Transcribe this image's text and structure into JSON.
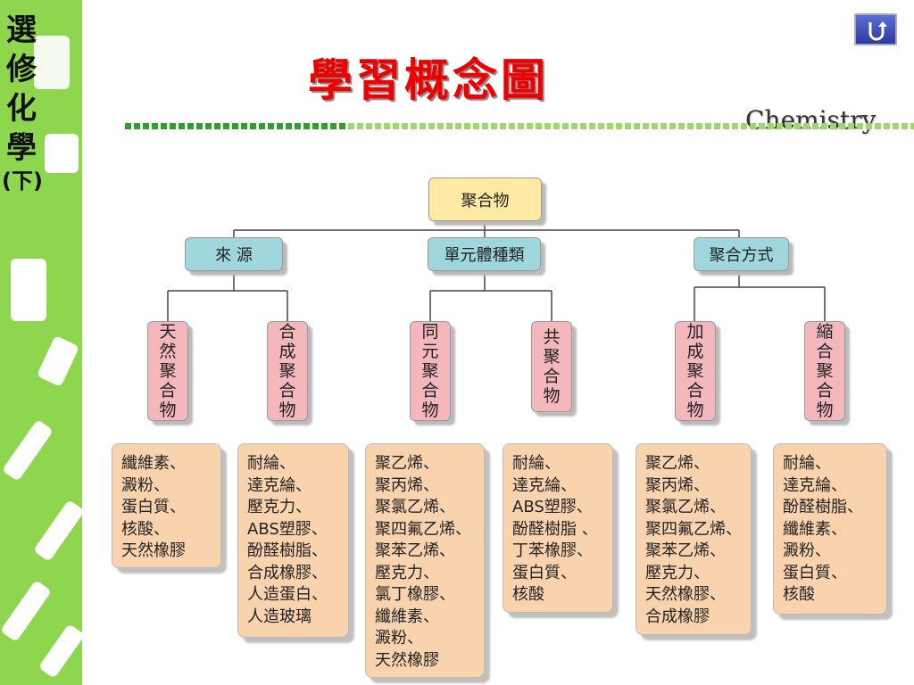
{
  "sidebar": {
    "title": "選修化學(下)",
    "accent_color": "#8fd64f"
  },
  "header": {
    "title": "學習概念圖",
    "subject": "Chemistry",
    "title_color": "#ee0000",
    "back_icon": "u-turn-arrow-icon"
  },
  "diagram": {
    "root": "聚合物",
    "categories": [
      "來 源",
      "單元體種類",
      "聚合方式"
    ],
    "subcategories": [
      "天然聚合物",
      "合成聚合物",
      "同元聚合物",
      "共聚合物",
      "加成聚合物",
      "縮合聚合物"
    ],
    "examples": [
      [
        "纖維素、",
        "澱粉、",
        "蛋白質、",
        "核酸、",
        "天然橡膠"
      ],
      [
        "耐綸、",
        "達克綸、",
        "壓克力、",
        "ABS塑膠、",
        "酚醛樹脂、",
        "合成橡膠、",
        "人造蛋白、",
        "人造玻璃"
      ],
      [
        "聚乙烯、",
        "聚丙烯、",
        "聚氯乙烯、",
        "聚四氟乙烯、",
        "聚苯乙烯、",
        "壓克力、",
        "氯丁橡膠、",
        "纖維素、",
        "澱粉、",
        "天然橡膠"
      ],
      [
        "耐綸、",
        "達克綸、",
        "ABS塑膠、",
        "酚醛樹脂 、",
        "丁苯橡膠、",
        "蛋白質、",
        "核酸"
      ],
      [
        "聚乙烯、",
        "聚丙烯、",
        "聚氯乙烯、",
        "聚四氟乙烯、",
        "聚苯乙烯、",
        "壓克力、",
        "天然橡膠、",
        "合成橡膠"
      ],
      [
        "耐綸、",
        "達克綸、",
        "酚醛樹脂、",
        "纖維素、",
        "澱粉、",
        "蛋白質、",
        "核酸"
      ]
    ],
    "colors": {
      "root": "#ffe9a3",
      "category": "#9fd7dc",
      "subcategory": "#f4b8bc",
      "examples": "#f9d3ae"
    }
  }
}
